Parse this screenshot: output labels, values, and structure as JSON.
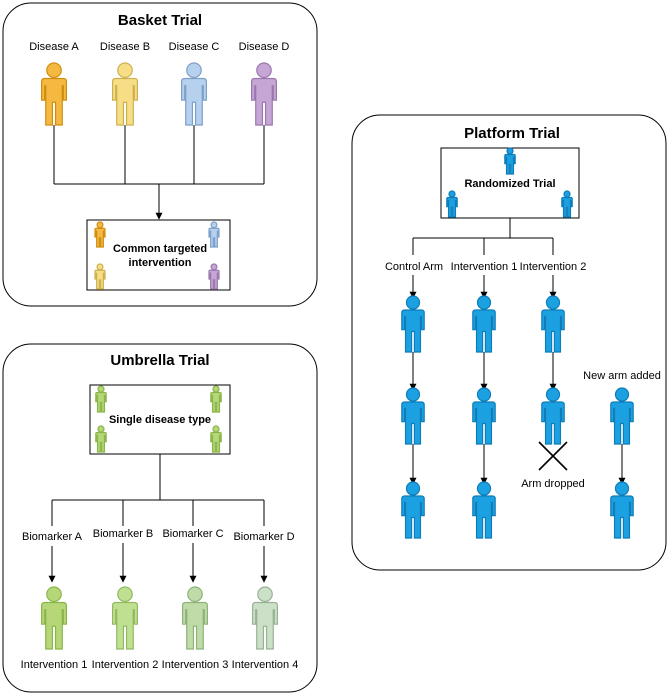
{
  "colors": {
    "basket": [
      "#F5B942",
      "#F7DE86",
      "#B6D1EE",
      "#C6A6D4"
    ],
    "basket_stroke": [
      "#D08E10",
      "#CDB050",
      "#7E9FC8",
      "#9A78AE"
    ],
    "umbrella": [
      "#B5D777",
      "#BFE090",
      "#BFDBA8",
      "#CCE0C8"
    ],
    "umbrella_stroke": [
      "#8AB54A",
      "#92B864",
      "#8EB27A",
      "#98B294"
    ],
    "platform": "#1BA1E2",
    "platform_stroke": "#0F7DB8"
  },
  "icons": [
    "person-icon",
    "cross-icon"
  ],
  "basket": {
    "title": "Basket Trial",
    "diseases": [
      "Disease A",
      "Disease B",
      "Disease C",
      "Disease D"
    ],
    "box_label": [
      "Common targeted",
      "intervention"
    ]
  },
  "umbrella": {
    "title": "Umbrella Trial",
    "box_label": "Single disease type",
    "biomarkers": [
      "Biomarker A",
      "Biomarker B",
      "Biomarker C",
      "Biomarker D"
    ],
    "interventions": [
      "Intervention 1",
      "Intervention 2",
      "Intervention 3",
      "Intervention 4"
    ]
  },
  "platform": {
    "title": "Platform Trial",
    "box_label": "Randomized Trial",
    "arms": [
      "Control Arm",
      "Intervention 1",
      "Intervention 2"
    ],
    "new_arm": "New arm added",
    "dropped": "Arm dropped"
  }
}
